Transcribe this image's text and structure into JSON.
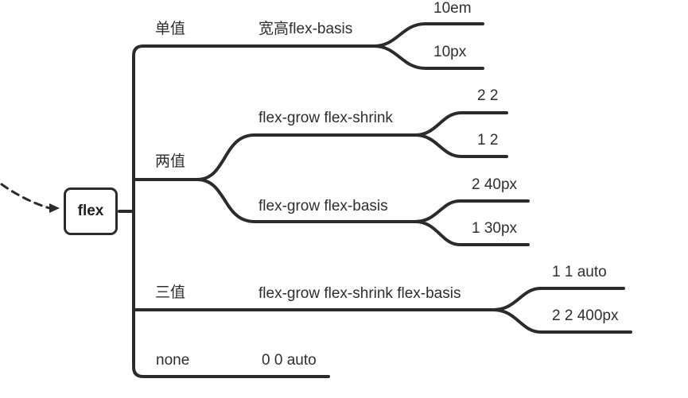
{
  "root": {
    "label": "flex"
  },
  "branches": [
    {
      "label": "单值",
      "children": [
        {
          "label": "宽高flex-basis",
          "examples": [
            "10em",
            "10px"
          ]
        }
      ]
    },
    {
      "label": "两值",
      "children": [
        {
          "label": "flex-grow flex-shrink",
          "examples": [
            "2 2",
            "1 2"
          ]
        },
        {
          "label": "flex-grow flex-basis",
          "examples": [
            "2 40px",
            "1 30px"
          ]
        }
      ]
    },
    {
      "label": "三值",
      "children": [
        {
          "label": "flex-grow flex-shrink flex-basis",
          "examples": [
            "1 1 auto",
            "2 2 400px"
          ]
        }
      ]
    },
    {
      "label": "none",
      "children": [
        {
          "label": "0 0 auto",
          "examples": []
        }
      ]
    }
  ],
  "colors": {
    "line": "#2b2b2b",
    "text": "#2e2e2e"
  }
}
